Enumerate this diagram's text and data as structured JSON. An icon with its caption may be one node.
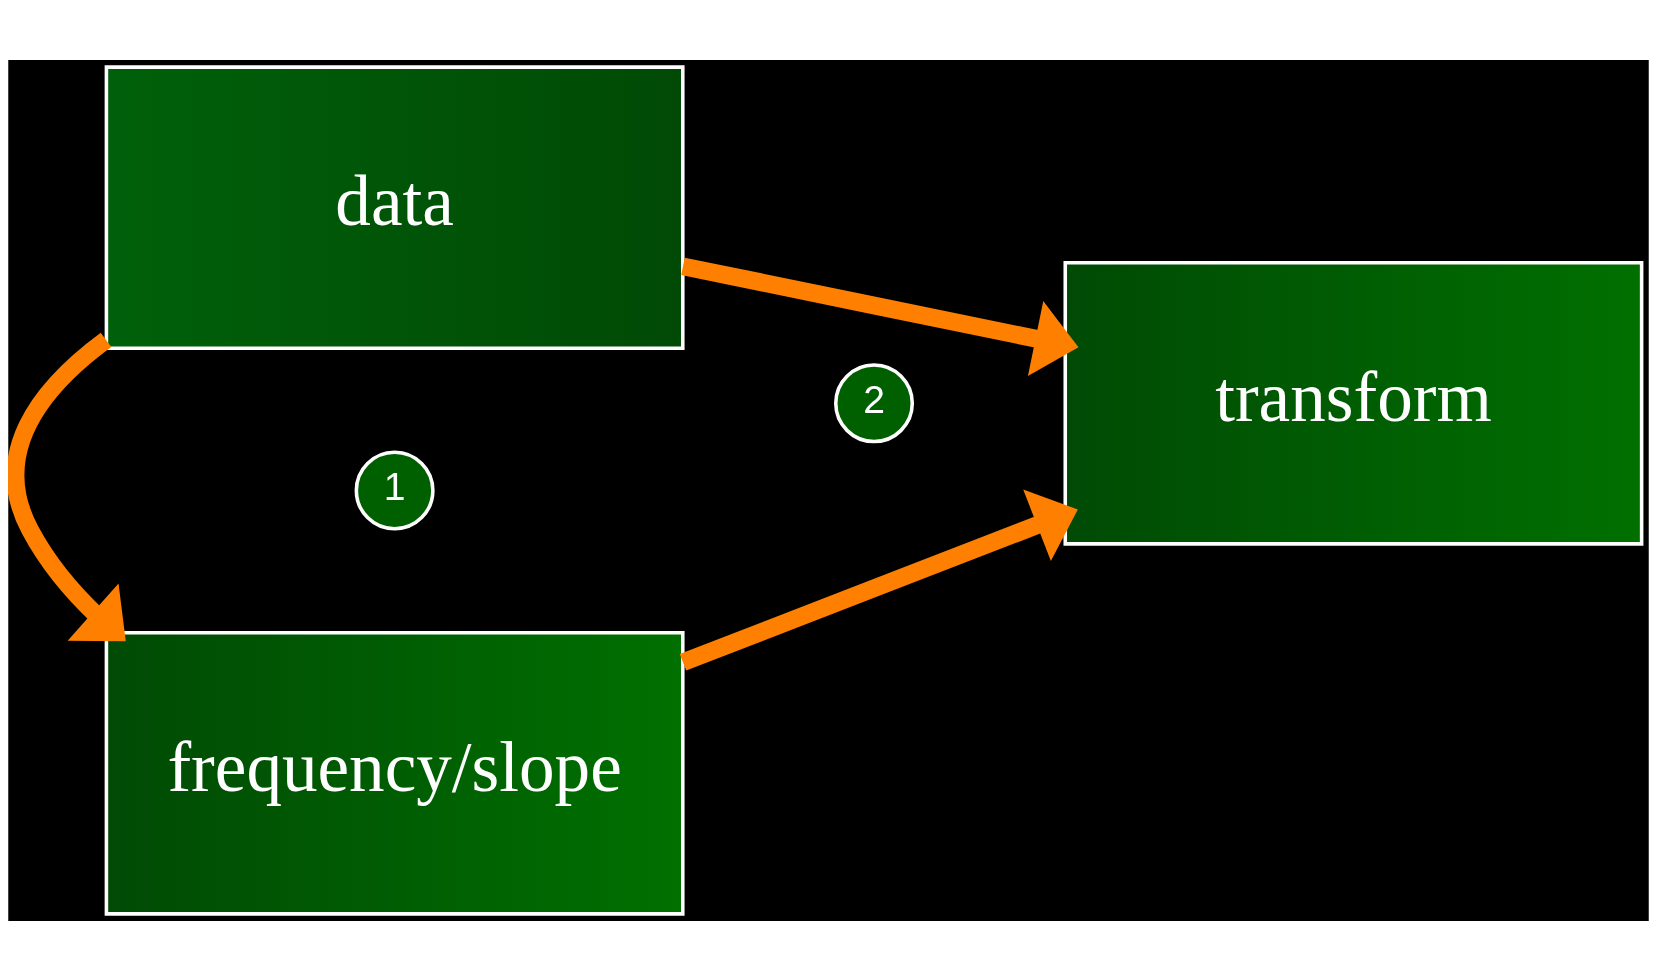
{
  "diagram": {
    "nodes": [
      {
        "text": [
          "data"
        ]
      },
      {
        "text": [
          "frequency/slope"
        ]
      },
      {
        "text": [
          "transform"
        ]
      }
    ],
    "edges": [
      {
        "from": 0,
        "to": 1,
        "arrow": "to"
      },
      {
        "from": 0,
        "to": 2,
        "arrow": "to"
      },
      {
        "from": 1,
        "to": 2,
        "arrow": "to"
      }
    ],
    "labels": [
      "1",
      "2"
    ]
  }
}
